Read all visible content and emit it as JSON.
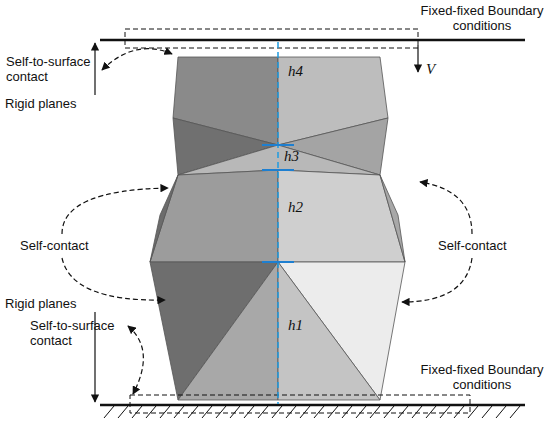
{
  "diagram": {
    "labels": [
      "Fixed-fixed Boundary conditions",
      "V",
      "Rigid planes",
      "Self-to-surface contact",
      "h4",
      "h3",
      "h2",
      "Self-contact",
      "Self-contact",
      "h1",
      "Rigid planes",
      "Self-to-surface contact",
      "Fixed-fixed Boundary conditions"
    ]
  }
}
